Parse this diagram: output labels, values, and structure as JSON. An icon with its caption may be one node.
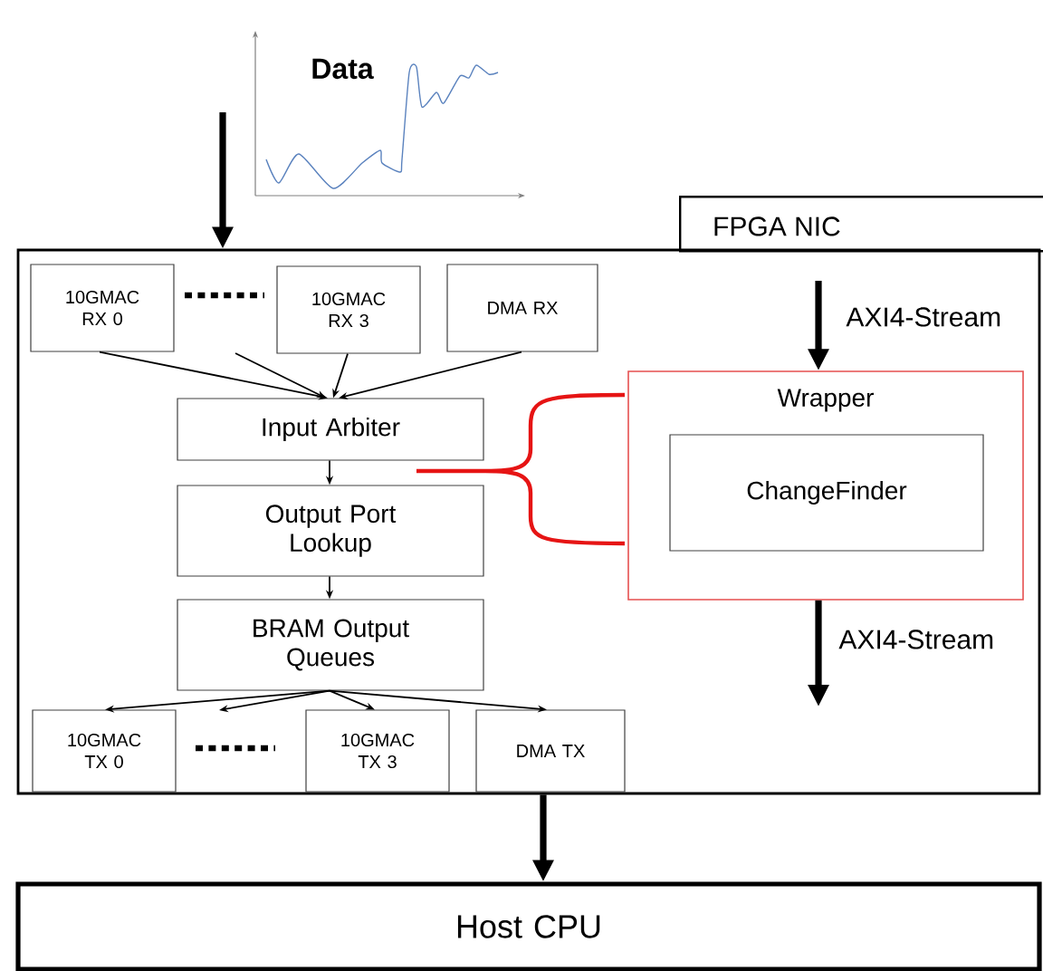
{
  "diagram": {
    "nodes": [
      {
        "text": [
          "FPGA NIC"
        ]
      },
      {
        "text": [
          "10GMAC RX 0"
        ],
        "in": 0
      },
      {
        "text": [
          "10GMAC RX 3"
        ],
        "in": 0
      },
      {
        "text": [
          "DMA RX"
        ],
        "in": 0
      },
      {
        "text": [
          "Input Arbiter"
        ],
        "in": 0
      },
      {
        "text": [
          "Output Port Lookup"
        ],
        "in": 0
      },
      {
        "text": [
          "BRAM Output Queues"
        ],
        "in": 0
      },
      {
        "text": [
          "10GMAC TX 0"
        ],
        "in": 0
      },
      {
        "text": [
          "10GMAC TX 3"
        ],
        "in": 0
      },
      {
        "text": [
          "DMA TX"
        ],
        "in": 0
      },
      {
        "text": [
          "Wrapper"
        ],
        "in": 0
      },
      {
        "text": [
          "ChangeFinder"
        ],
        "in": 10
      },
      {
        "text": [
          "Host CPU"
        ]
      }
    ],
    "edges": [
      {
        "from": null,
        "to": 0,
        "arrow": "to",
        "style": "thick"
      },
      {
        "from": 1,
        "to": 4,
        "arrow": "to"
      },
      {
        "from": 2,
        "to": 4,
        "arrow": "to"
      },
      {
        "from": 3,
        "to": 4,
        "arrow": "to"
      },
      {
        "from": null,
        "to": 4,
        "arrow": "to"
      },
      {
        "from": 4,
        "to": 5,
        "arrow": "to"
      },
      {
        "from": 5,
        "to": 6,
        "arrow": "to"
      },
      {
        "from": 6,
        "to": 7,
        "arrow": "to"
      },
      {
        "from": 6,
        "to": null,
        "arrow": "to"
      },
      {
        "from": 6,
        "to": 8,
        "arrow": "to"
      },
      {
        "from": 6,
        "to": 9,
        "arrow": "to"
      },
      {
        "from": null,
        "to": 10,
        "arrow": "to",
        "style": "thick",
        "label": "AXI4-Stream"
      },
      {
        "from": 10,
        "to": null,
        "arrow": "to",
        "style": "thick",
        "label": "AXI4-Stream"
      },
      {
        "from": 0,
        "to": 12,
        "arrow": "to",
        "style": "thick"
      }
    ],
    "labels": [
      "Data"
    ]
  }
}
